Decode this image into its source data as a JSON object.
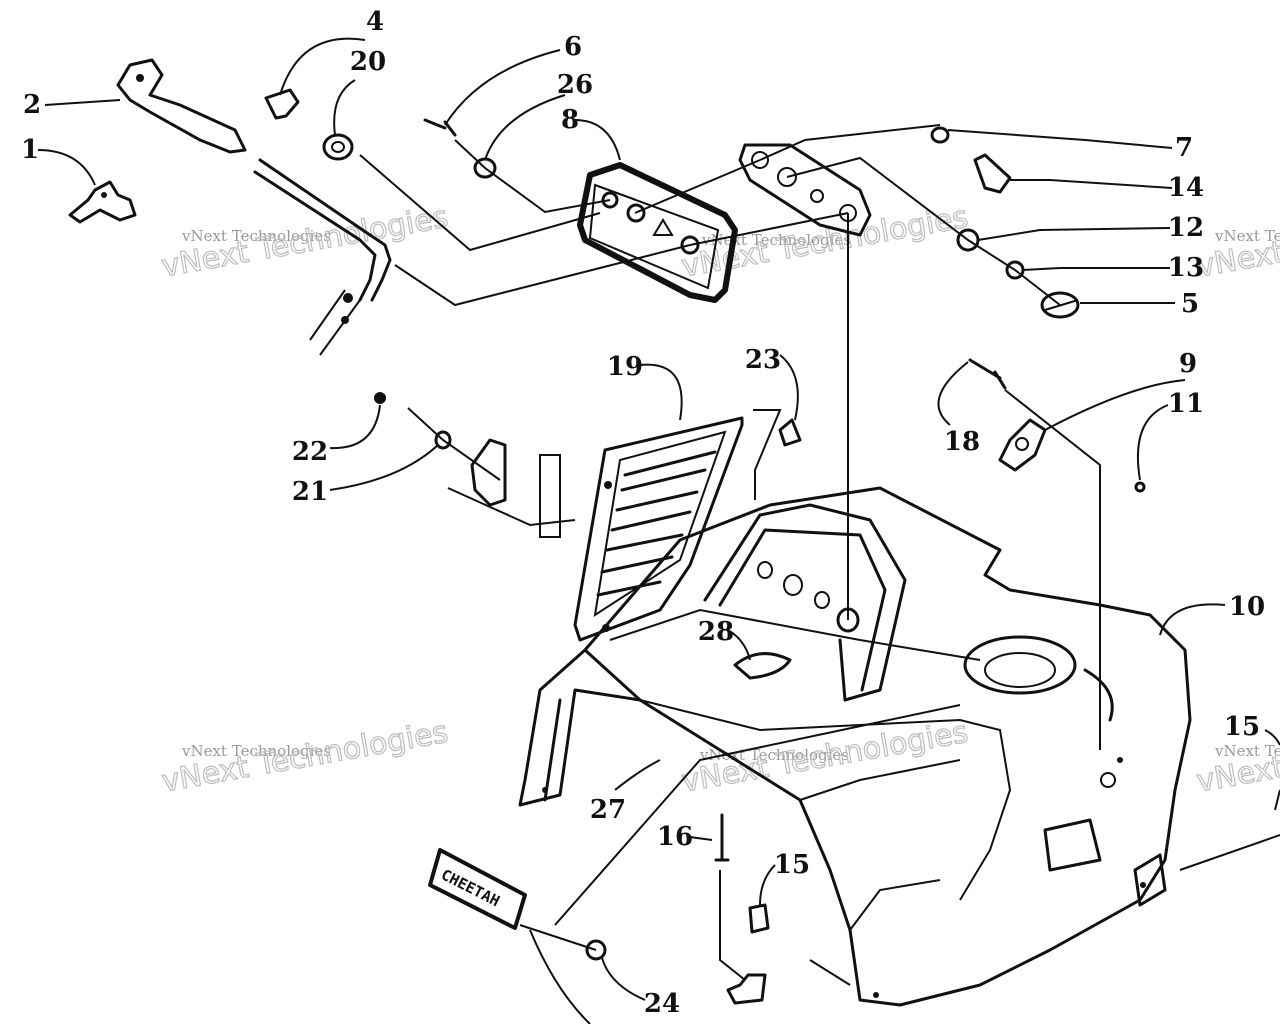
{
  "callouts": [
    {
      "num": "1"
    },
    {
      "num": "2"
    },
    {
      "num": "4"
    },
    {
      "num": "20"
    },
    {
      "num": "6"
    },
    {
      "num": "26"
    },
    {
      "num": "8"
    },
    {
      "num": "7"
    },
    {
      "num": "14"
    },
    {
      "num": "12"
    },
    {
      "num": "13"
    },
    {
      "num": "5"
    },
    {
      "num": "9"
    },
    {
      "num": "11"
    },
    {
      "num": "18"
    },
    {
      "num": "19"
    },
    {
      "num": "23"
    },
    {
      "num": "22"
    },
    {
      "num": "21"
    },
    {
      "num": "10"
    },
    {
      "num": "28"
    },
    {
      "num": "15"
    },
    {
      "num": "27"
    },
    {
      "num": "16"
    },
    {
      "num": "15"
    },
    {
      "num": "24"
    }
  ],
  "nameplate": {
    "text": "CHEETAH"
  },
  "watermarks": [
    {
      "small": "vNext Technologies",
      "big": "vNext Technologies"
    },
    {
      "small": "vNext Technologies",
      "big": "vNext Technologies"
    },
    {
      "small": "vNext Technologies",
      "big": "vNext Technologies"
    },
    {
      "small": "vNext Technologies",
      "big": "vNext Technologies"
    },
    {
      "small": "vNext Technologies",
      "big": "vNext Technologies"
    },
    {
      "small": "vNext Technologies",
      "big": "vNext Technologies"
    }
  ]
}
